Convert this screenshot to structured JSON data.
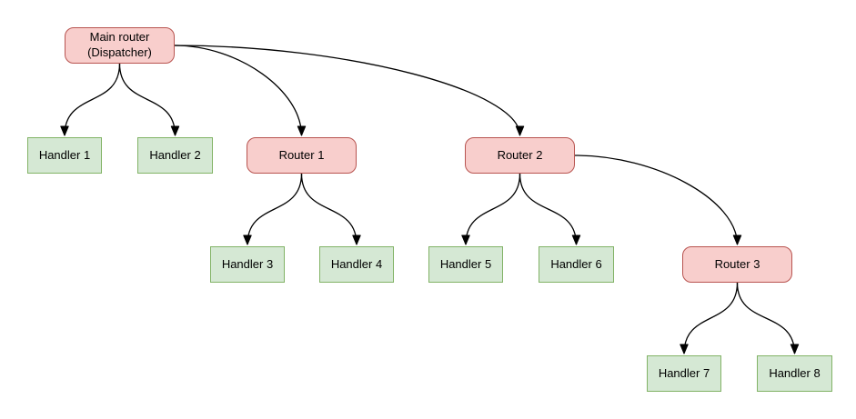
{
  "diagram": {
    "nodes": [
      {
        "id": "main",
        "label": "Main router\n(Dispatcher)",
        "type": "router"
      },
      {
        "id": "h1",
        "label": "Handler 1",
        "type": "handler"
      },
      {
        "id": "h2",
        "label": "Handler 2",
        "type": "handler"
      },
      {
        "id": "r1",
        "label": "Router 1",
        "type": "router"
      },
      {
        "id": "r2",
        "label": "Router 2",
        "type": "router"
      },
      {
        "id": "h3",
        "label": "Handler 3",
        "type": "handler"
      },
      {
        "id": "h4",
        "label": "Handler 4",
        "type": "handler"
      },
      {
        "id": "h5",
        "label": "Handler 5",
        "type": "handler"
      },
      {
        "id": "h6",
        "label": "Handler 6",
        "type": "handler"
      },
      {
        "id": "r3",
        "label": "Router 3",
        "type": "router"
      },
      {
        "id": "h7",
        "label": "Handler 7",
        "type": "handler"
      },
      {
        "id": "h8",
        "label": "Handler 8",
        "type": "handler"
      }
    ],
    "edges": [
      {
        "from": "main",
        "to": "h1"
      },
      {
        "from": "main",
        "to": "h2"
      },
      {
        "from": "main",
        "to": "r1"
      },
      {
        "from": "main",
        "to": "r2"
      },
      {
        "from": "r1",
        "to": "h3"
      },
      {
        "from": "r1",
        "to": "h4"
      },
      {
        "from": "r2",
        "to": "h5"
      },
      {
        "from": "r2",
        "to": "h6"
      },
      {
        "from": "r2",
        "to": "r3"
      },
      {
        "from": "r3",
        "to": "h7"
      },
      {
        "from": "r3",
        "to": "h8"
      }
    ],
    "colors": {
      "router_fill": "#f8cecc",
      "router_border": "#b85450",
      "handler_fill": "#d5e8d4",
      "handler_border": "#82b366",
      "edge": "#000000",
      "text": "#000000",
      "background": "#ffffff"
    }
  }
}
